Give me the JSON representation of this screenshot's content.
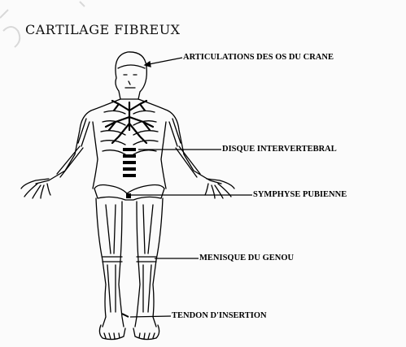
{
  "title": "CARTILAGE FIBREUX",
  "labels": {
    "crane": "ARTICULATIONS DES OS DU CRANE",
    "disque": "DISQUE INTERVERTEBRAL",
    "symphyse": "SYMPHYSE PUBIENNE",
    "menisque": "MENISQUE DU GENOU",
    "tendon": "TENDON D'INSERTION"
  },
  "colors": {
    "ink": "#000000",
    "background": "#fbfbfb",
    "watermark": "#d8d8d8"
  }
}
